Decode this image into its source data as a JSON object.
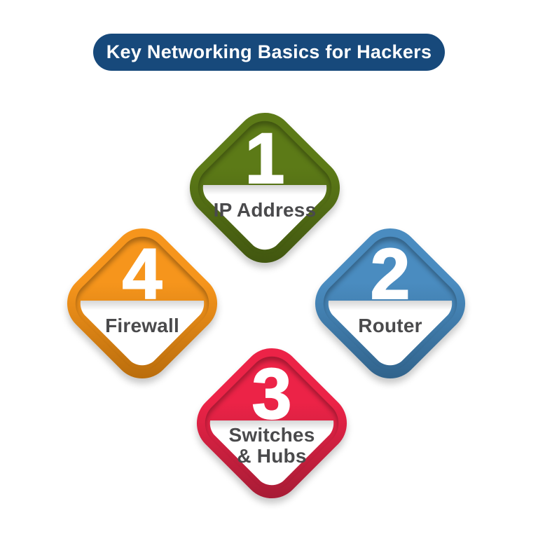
{
  "page": {
    "background": "#FFFFFF"
  },
  "title": {
    "text": "Key Networking Basics for Hackers",
    "bg_color": "#17497B",
    "text_color": "#FFFFFF"
  },
  "number_text_color": "#FFFFFF",
  "label_text_color": "#4A4A4C",
  "items": [
    {
      "number": "1",
      "label": "IP Address",
      "position": "top",
      "color_top": "#5C7A17",
      "color_bottom": "#3E520F"
    },
    {
      "number": "2",
      "label": "Router",
      "position": "right",
      "color_top": "#4A8CC0",
      "color_bottom": "#2E5E85"
    },
    {
      "number": "3",
      "label": "Switches\n& Hubs",
      "position": "bottom",
      "color_top": "#EC2347",
      "color_bottom": "#9E1B33"
    },
    {
      "number": "4",
      "label": "Firewall",
      "position": "left",
      "color_top": "#F6951C",
      "color_bottom": "#B2680A"
    }
  ]
}
